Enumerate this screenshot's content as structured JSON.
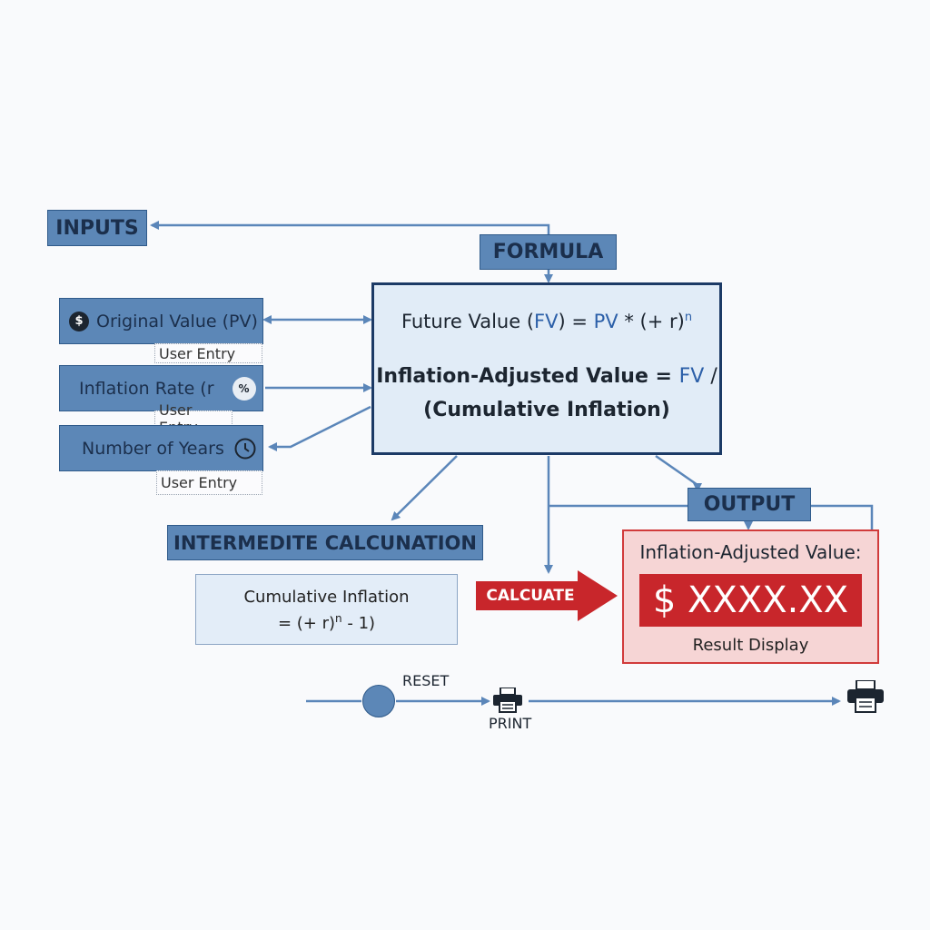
{
  "headers": {
    "inputs": "INPUTS",
    "formula": "FORMULA",
    "output": "OUTPUT",
    "intermediate": "INTERMEDITE CALCUNATION"
  },
  "inputs": [
    {
      "label": "Original Value (PV)",
      "icon": "dollar-icon",
      "icon_glyph": "$",
      "sub": "User Entry"
    },
    {
      "label": "Inflation Rate (r",
      "icon": "percent-icon",
      "icon_glyph": "%",
      "sub": "User Entry"
    },
    {
      "label": "Number of Years",
      "icon": "clock-icon",
      "sub": "User Entry"
    }
  ],
  "formula": {
    "line1_a": "Future Value (",
    "line1_fv": "FV",
    "line1_b": ") = ",
    "line1_pv": "PV",
    "line1_c": " * ",
    "line1_d": "(+ r)",
    "line1_exp": "n",
    "line2_a": "Inflation-Adjusted Value = ",
    "line2_fv": "FV",
    "line2_b": " /",
    "line3": "(Cumulative Inflation)"
  },
  "intermediate": {
    "line1": "Cumulative Inflation",
    "line2_a": "= (+ r)",
    "line2_exp": "n",
    "line2_b": " - 1)"
  },
  "calculate_label": "CALCUATE",
  "output": {
    "title": "Inflation-Adjusted Value:",
    "value": "$ XXXX.XX",
    "caption": "Result Display"
  },
  "controls": {
    "reset": "RESET",
    "print": "PRINT"
  },
  "colors": {
    "box_blue": "#5c87b7",
    "border_dark": "#1c3a66",
    "connector": "#5b86b9",
    "accent_red": "#c8262b"
  }
}
